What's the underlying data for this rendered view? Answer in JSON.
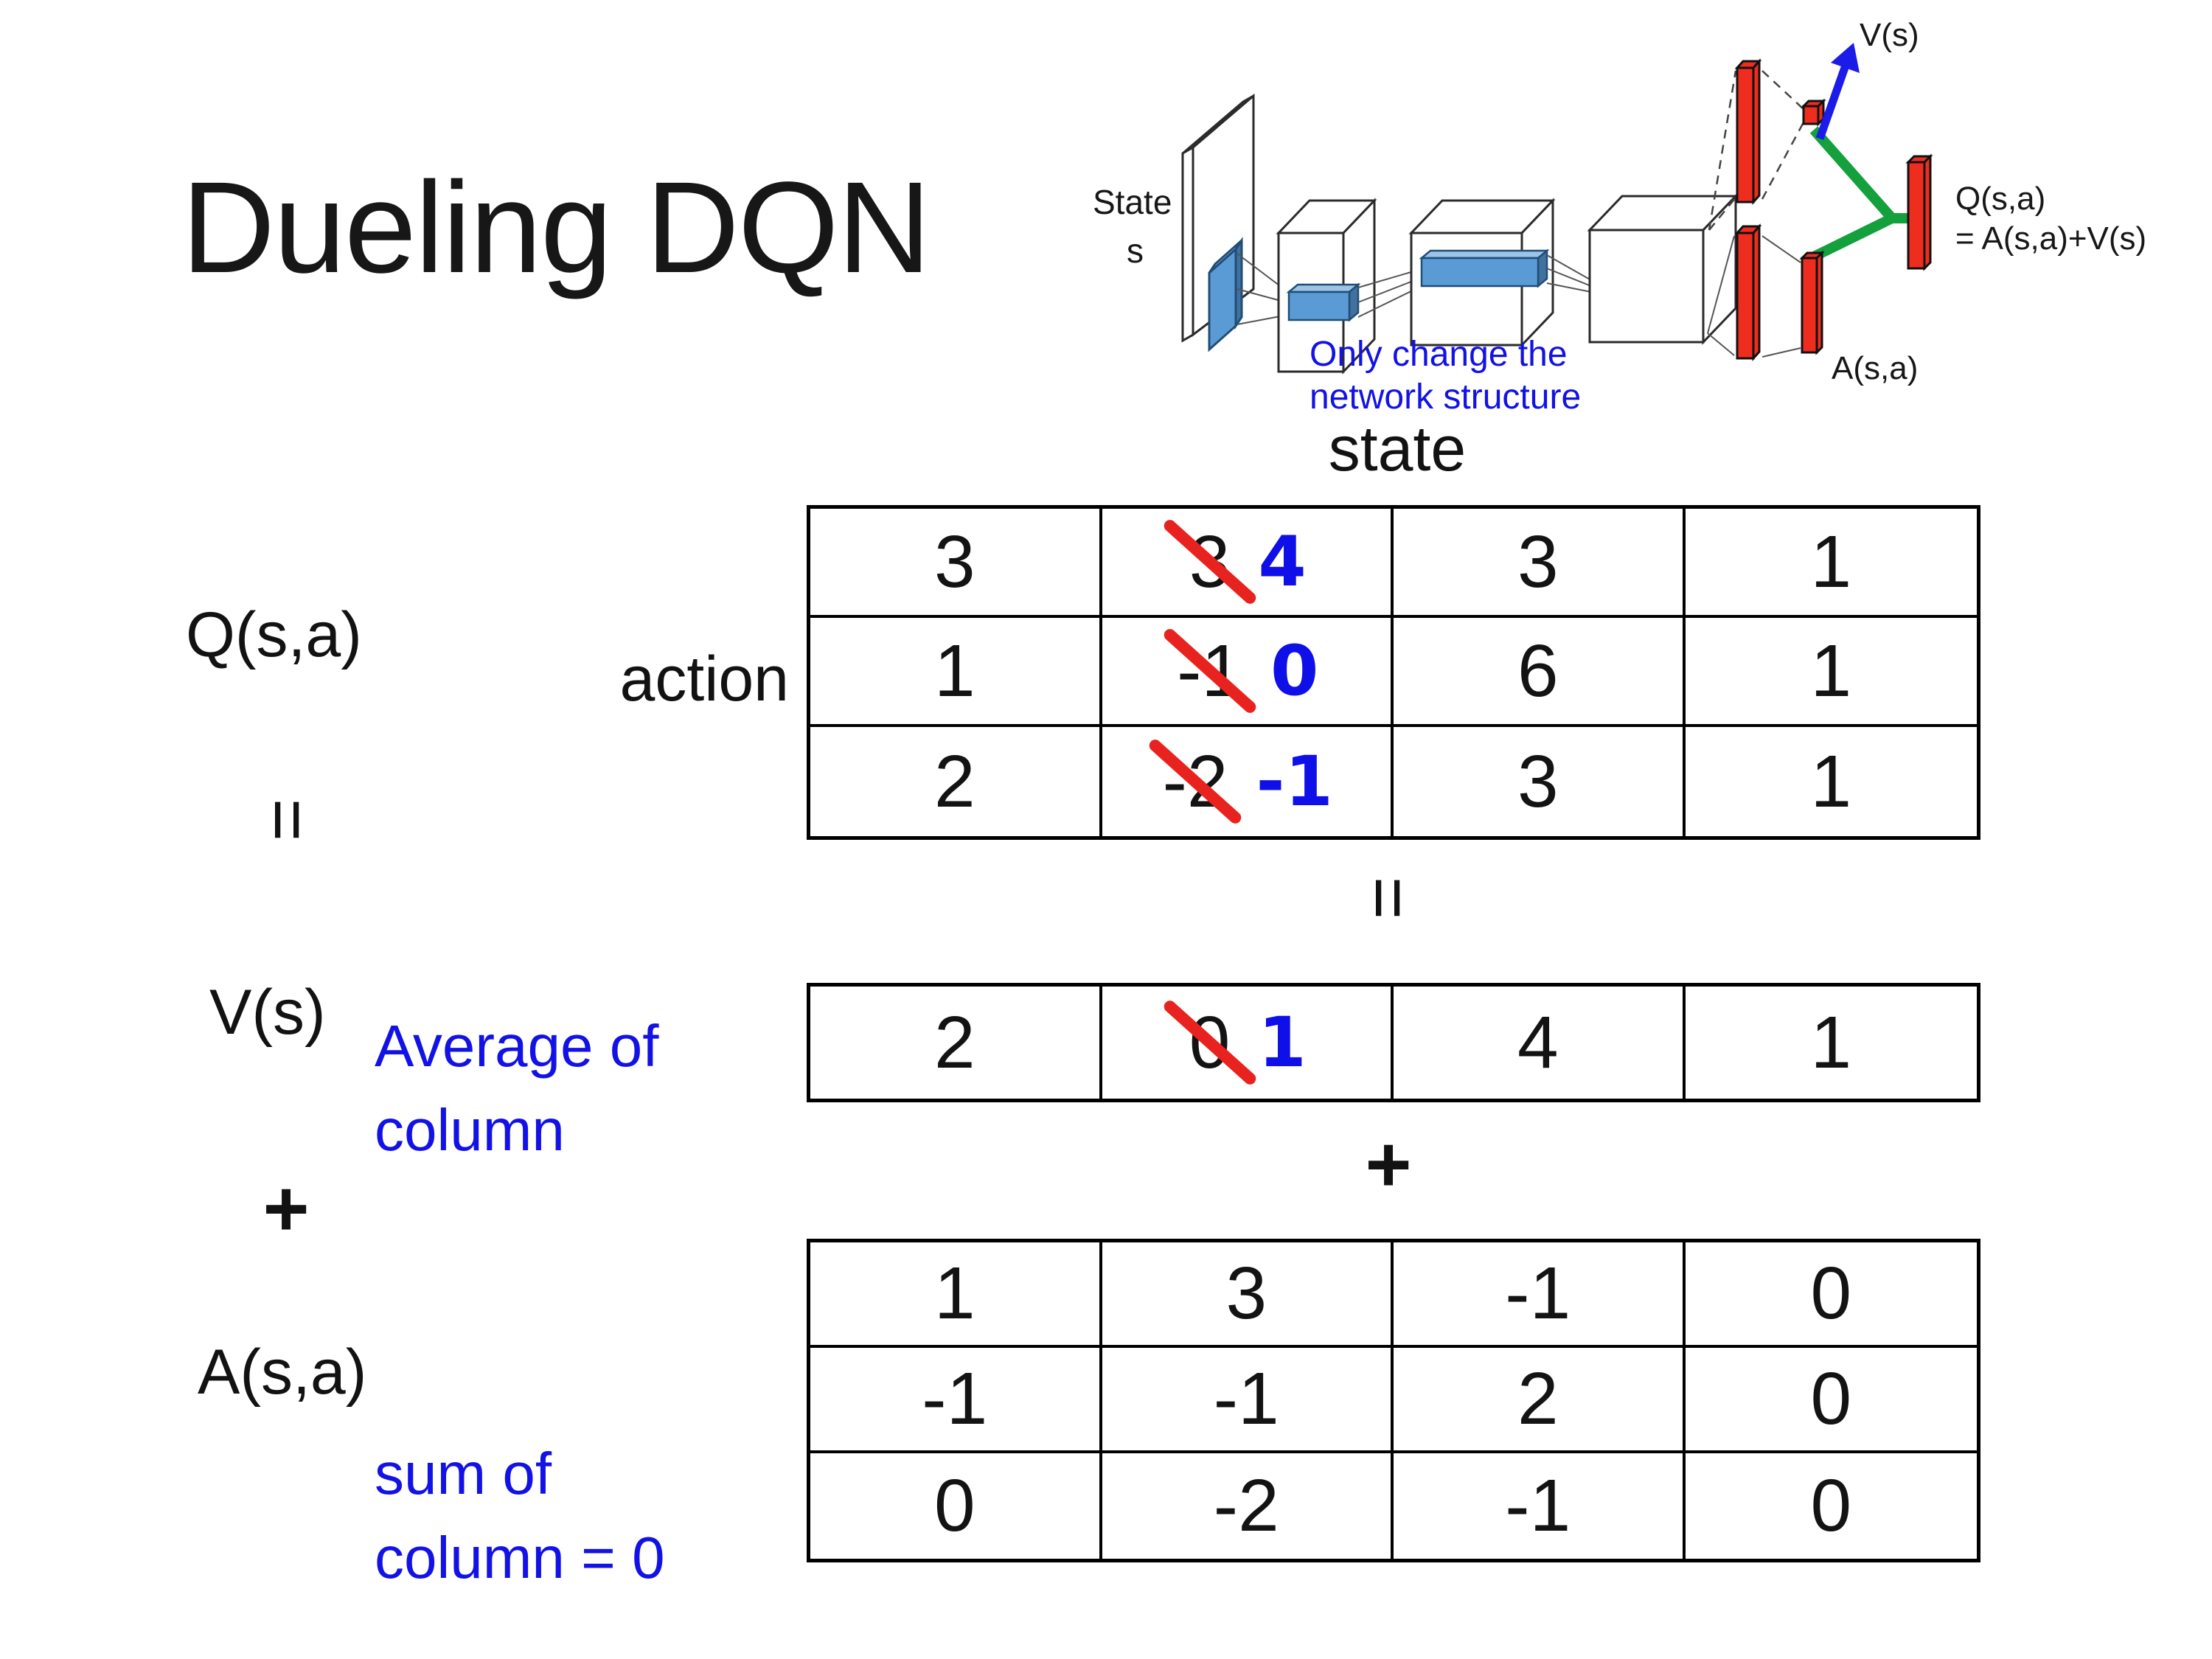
{
  "slide": {
    "title": "Dueling DQN"
  },
  "network_diagram": {
    "state_line1": "State",
    "state_line2": "s",
    "v_out_label": "V(s)",
    "q_out_label_line1": "Q(s,a)",
    "q_out_label_line2": "= A(s,a)+V(s)",
    "a_out_label": "A(s,a)",
    "note_line1": "Only change the",
    "note_line2": "network structure",
    "colors": {
      "layer_blue": "#5b9bd5",
      "bar_red": "#ee2d1f",
      "connector_green": "#14a03c",
      "arrow_blue": "#1c1ce8",
      "note_blue": "#1212e6"
    }
  },
  "decomposition": {
    "state_header": "state",
    "action_label": "action",
    "q_label": "Q(s,a)",
    "v_label": "V(s)",
    "a_label": "A(s,a)",
    "equals_sign": "=",
    "plus_sign": "+",
    "avg_note_line1": "Average of",
    "avg_note_line2": "column",
    "sum_note_line1": "sum of",
    "sum_note_line2": "column = 0",
    "colors": {
      "strike_red": "#e8231f",
      "replacement_blue": "#0f0fe8"
    },
    "q_table": {
      "rows": [
        {
          "c0": "3",
          "c1_old": "3",
          "c1_new": "4",
          "c2": "3",
          "c3": "1"
        },
        {
          "c0": "1",
          "c1_old": "-1",
          "c1_new": "0",
          "c2": "6",
          "c3": "1"
        },
        {
          "c0": "2",
          "c1_old": "-2",
          "c1_new": "-1",
          "c2": "3",
          "c3": "1"
        }
      ]
    },
    "v_table": {
      "c0": "2",
      "c1_old": "0",
      "c1_new": "1",
      "c2": "4",
      "c3": "1"
    },
    "a_table": {
      "rows": [
        {
          "c0": "1",
          "c1": "3",
          "c2": "-1",
          "c3": "0"
        },
        {
          "c0": "-1",
          "c1": "-1",
          "c2": "2",
          "c3": "0"
        },
        {
          "c0": "0",
          "c1": "-2",
          "c2": "-1",
          "c3": "0"
        }
      ]
    }
  }
}
